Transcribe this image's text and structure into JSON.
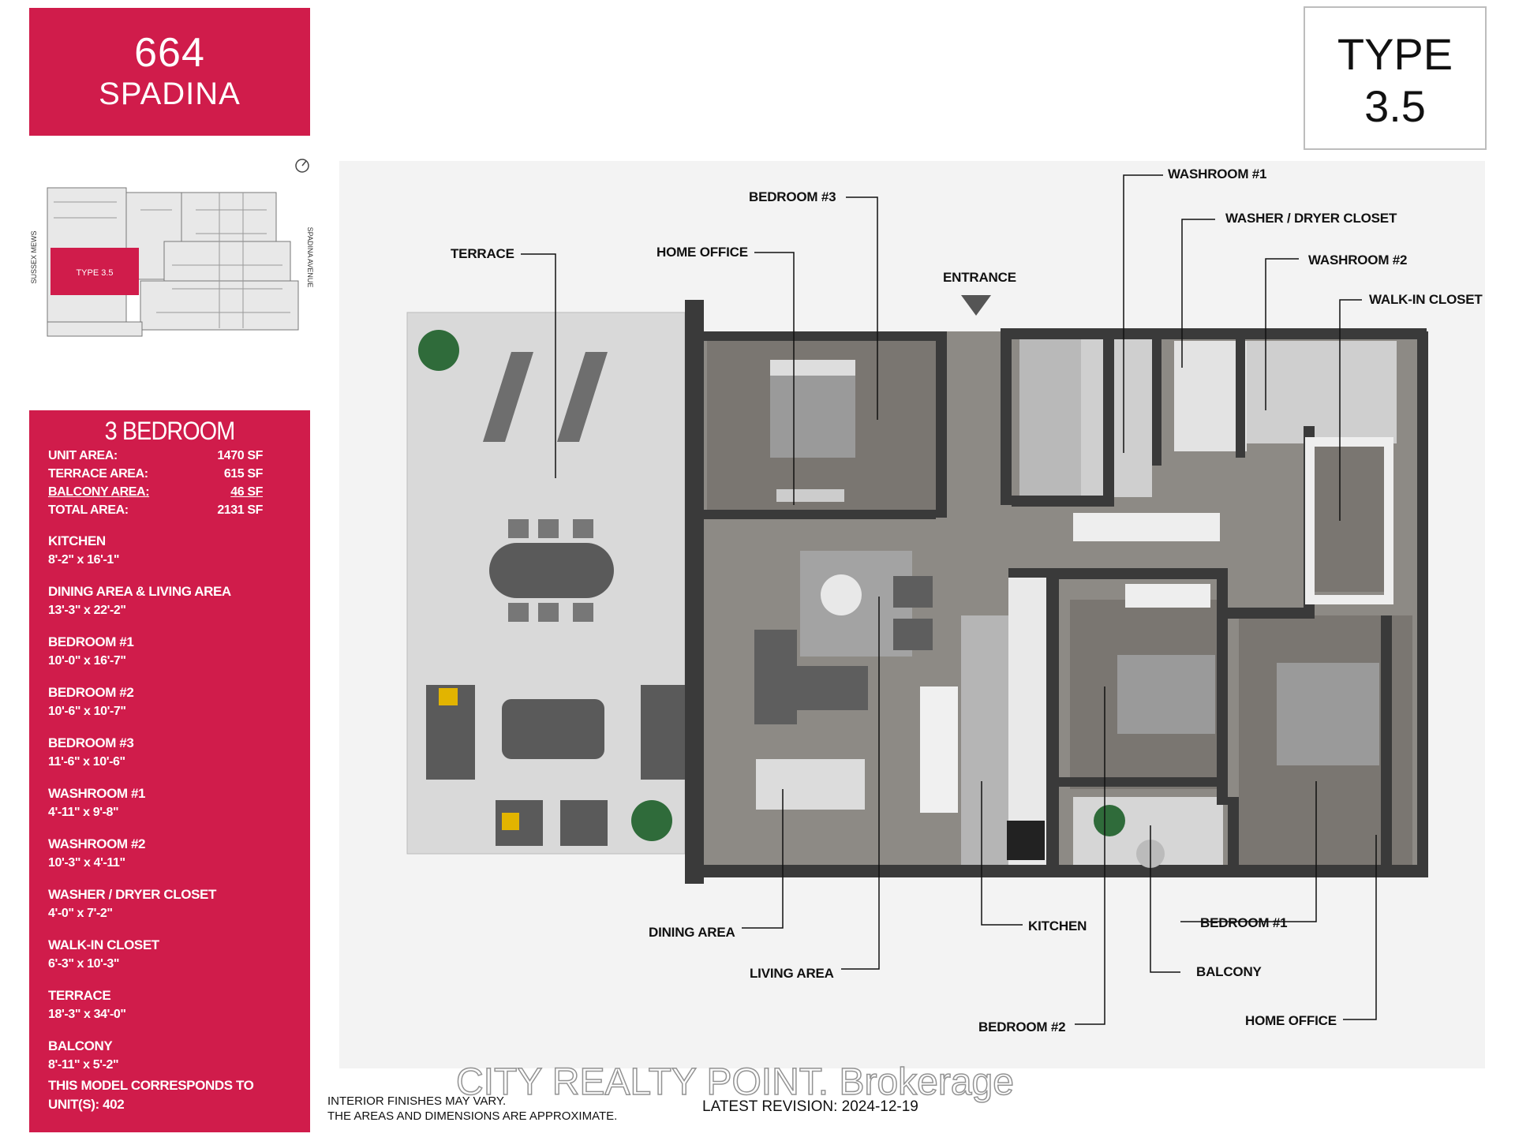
{
  "building": {
    "number": "664",
    "name": "SPADINA"
  },
  "unit_type": {
    "line1": "TYPE",
    "line2": "3.5"
  },
  "keyplan": {
    "unit_label": "TYPE 3.5",
    "street_left": "SUSSEX MEWS",
    "street_right": "SPADINA AVENUE"
  },
  "spec": {
    "header": "3 BEDROOM",
    "areas": [
      {
        "label": "UNIT AREA:",
        "value": "1470 SF"
      },
      {
        "label": "TERRACE AREA:",
        "value": "615 SF"
      },
      {
        "label": "BALCONY AREA:",
        "value": "46 SF"
      },
      {
        "label": "TOTAL AREA:",
        "value": "2131 SF"
      }
    ],
    "rooms": [
      {
        "name": "KITCHEN",
        "dim": "8'-2\" x 16'-1\""
      },
      {
        "name": "DINING AREA & LIVING AREA",
        "dim": "13'-3\" x 22'-2\""
      },
      {
        "name": "BEDROOM #1",
        "dim": "10'-0\" x 16'-7\""
      },
      {
        "name": "BEDROOM #2",
        "dim": "10'-6\" x 10'-7\""
      },
      {
        "name": "BEDROOM #3",
        "dim": "11'-6\" x 10'-6\""
      },
      {
        "name": "WASHROOM #1",
        "dim": "4'-11\" x 9'-8\""
      },
      {
        "name": "WASHROOM #2",
        "dim": "10'-3\" x 4'-11\""
      },
      {
        "name": "WASHER / DRYER CLOSET",
        "dim": "4'-0\" x 7'-2\""
      },
      {
        "name": "WALK-IN CLOSET",
        "dim": "6'-3\" x 10'-3\""
      },
      {
        "name": "TERRACE",
        "dim": "18'-3\" x 34'-0\""
      },
      {
        "name": "BALCONY",
        "dim": "8'-11\" x 5'-2\""
      }
    ],
    "model_line1": "THIS MODEL CORRESPONDS TO",
    "model_line2": "UNIT(S): 402"
  },
  "plan_labels": {
    "terrace": "TERRACE",
    "home_office_top": "HOME OFFICE",
    "bedroom3": "BEDROOM #3",
    "entrance": "ENTRANCE",
    "washroom1": "WASHROOM #1",
    "washer_dryer": "WASHER / DRYER CLOSET",
    "washroom2": "WASHROOM #2",
    "walkin": "WALK-IN CLOSET",
    "dining": "DINING AREA",
    "living": "LIVING AREA",
    "kitchen": "KITCHEN",
    "bedroom1": "BEDROOM #1",
    "balcony": "BALCONY",
    "bedroom2": "BEDROOM #2",
    "home_office_bottom": "HOME OFFICE"
  },
  "notes": {
    "line1": "INTERIOR FINISHES MAY VARY.",
    "line2": "THE AREAS AND DIMENSIONS ARE APPROXIMATE."
  },
  "revision": "LATEST REVISION: 2024-12-19",
  "watermark": "CITY REALTY POINT. Brokerage",
  "colors": {
    "brand_red": "#d01c4b",
    "wall": "#3a3a3a",
    "floor": "#8d8a85",
    "terrace": "#d9d9d9"
  }
}
